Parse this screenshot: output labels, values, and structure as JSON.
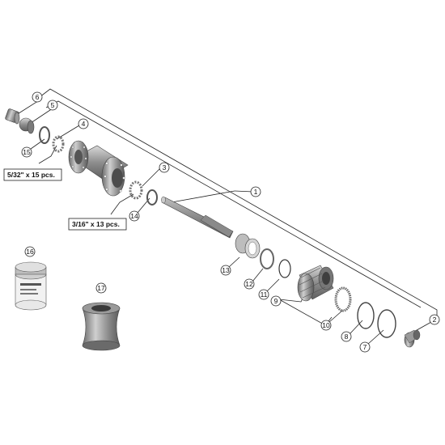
{
  "diagram": {
    "parts": [
      {
        "id": "p1",
        "number": "1"
      },
      {
        "id": "p2",
        "number": "2"
      },
      {
        "id": "p3",
        "number": "3"
      },
      {
        "id": "p4",
        "number": "4"
      },
      {
        "id": "p5",
        "number": "5"
      },
      {
        "id": "p6",
        "number": "6"
      },
      {
        "id": "p7",
        "number": "7"
      },
      {
        "id": "p8",
        "number": "8"
      },
      {
        "id": "p9",
        "number": "9"
      },
      {
        "id": "p10",
        "number": "10"
      },
      {
        "id": "p11",
        "number": "11"
      },
      {
        "id": "p12",
        "number": "12"
      },
      {
        "id": "p13",
        "number": "13"
      },
      {
        "id": "p14",
        "number": "14"
      },
      {
        "id": "p15",
        "number": "15"
      },
      {
        "id": "p16",
        "number": "16"
      },
      {
        "id": "p17",
        "number": "17"
      }
    ],
    "notes": {
      "front_bearing_balls": "5/32\" x 15 pcs.",
      "rear_bearing_balls": "3/16\" x 13 pcs."
    }
  }
}
